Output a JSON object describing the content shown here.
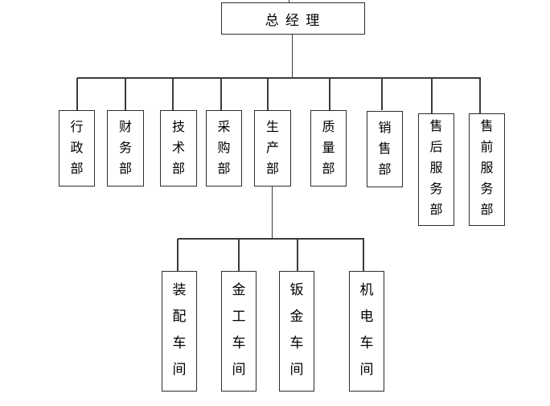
{
  "org": {
    "root": {
      "label": "总 经 理"
    },
    "departments": [
      {
        "label": "行政部"
      },
      {
        "label": "财务部"
      },
      {
        "label": "技术部"
      },
      {
        "label": "采购部"
      },
      {
        "label": "生产部",
        "children": [
          {
            "label": "装配车间"
          },
          {
            "label": "金工车间"
          },
          {
            "label": "钣金车间"
          },
          {
            "label": "机电车间"
          }
        ]
      },
      {
        "label": "质量部"
      },
      {
        "label": "销售部"
      },
      {
        "label": "售后服务部"
      },
      {
        "label": "售前服务部"
      }
    ]
  },
  "colors": {
    "background": "#ffffff",
    "line": "#3b3b3b",
    "box_border": "#2d2d2d",
    "text": "#000000"
  }
}
